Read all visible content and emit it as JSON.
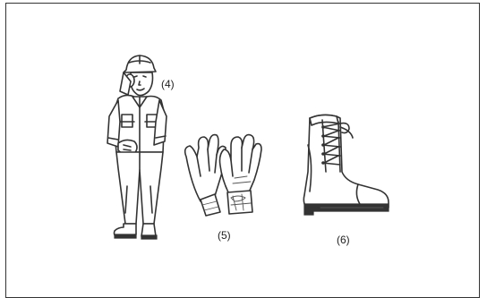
{
  "figure": {
    "items": [
      {
        "label": "(4)",
        "icon": "worker-in-protective-clothing-icon"
      },
      {
        "label": "(5)",
        "icon": "work-gloves-icon"
      },
      {
        "label": "(6)",
        "icon": "safety-boot-icon"
      }
    ]
  }
}
